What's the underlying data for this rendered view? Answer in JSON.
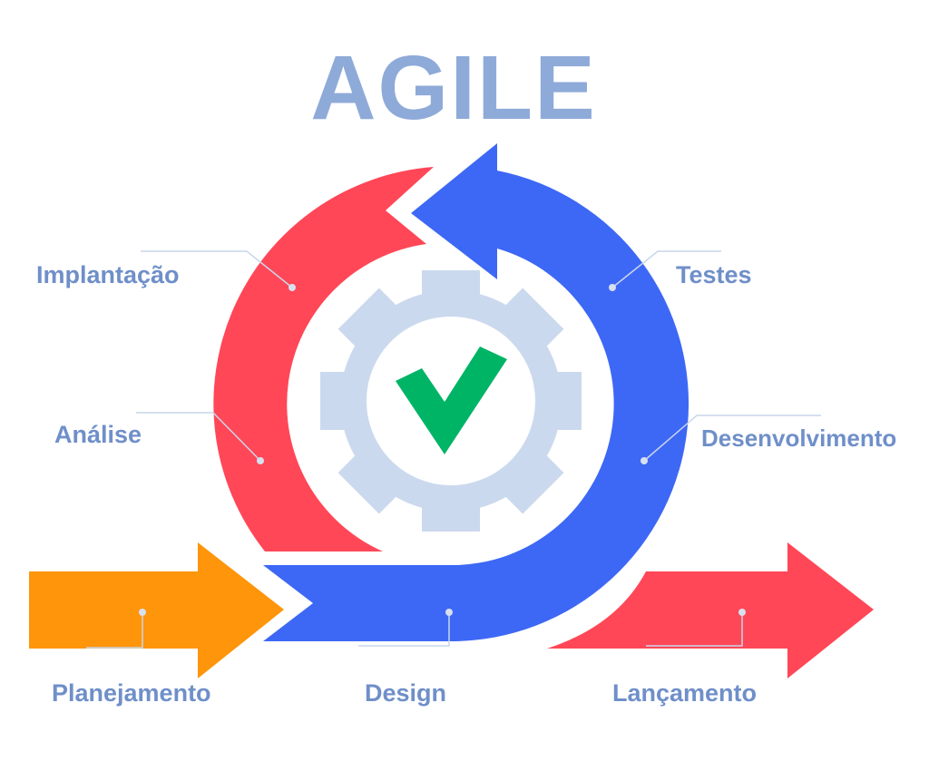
{
  "title": "AGILE",
  "stages": {
    "implantacao": "Implantação",
    "analise": "Análise",
    "testes": "Testes",
    "desenvolvimento": "Desenvolvimento",
    "planejamento": "Planejamento",
    "design": "Design",
    "lancamento": "Lançamento"
  },
  "colors": {
    "blue": "#3d68f5",
    "red": "#ff4757",
    "orange": "#ff950a",
    "gear": "#cbd9ee",
    "check": "#00b466",
    "label": "#6f8fc9",
    "title": "#8eaad8",
    "connector": "#c9d6ea"
  }
}
